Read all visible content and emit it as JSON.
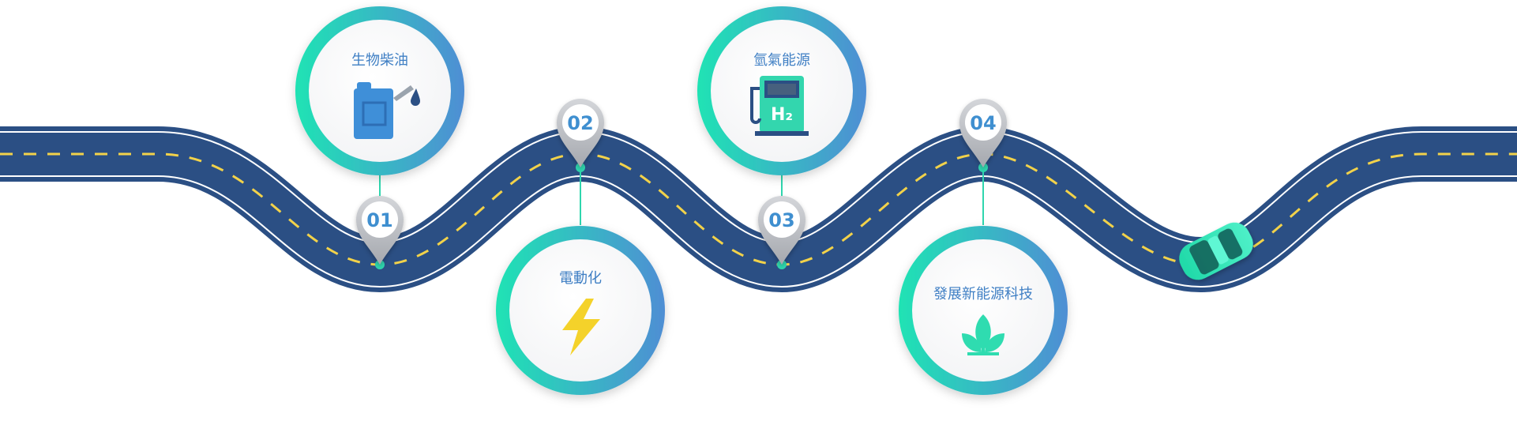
{
  "milestones": [
    {
      "number": "01",
      "label": "生物柴油",
      "icon": "fuel-can-icon"
    },
    {
      "number": "02",
      "label": "電動化",
      "icon": "lightning-bolt-icon"
    },
    {
      "number": "03",
      "label": "氫氣能源",
      "icon": "hydrogen-pump-icon"
    },
    {
      "number": "04",
      "label": "發展新能源科技",
      "icon": "sprout-leaf-icon"
    }
  ],
  "hydrogen_sign": "H₂",
  "colors": {
    "road": "#2b4f84",
    "road_edge_line": "#ffffff",
    "center_line": "#f2d24a",
    "circle_gradient_start": "#1fe3b4",
    "circle_gradient_end": "#4f8ed4",
    "pin": "#b9bcc2",
    "number_text": "#3f8fd0",
    "label_text": "#3f7fc4",
    "car": "#2be4b4",
    "bolt": "#f4d22a",
    "leaf": "#2fdcb0",
    "fuel_can": "#3f8fd8"
  }
}
